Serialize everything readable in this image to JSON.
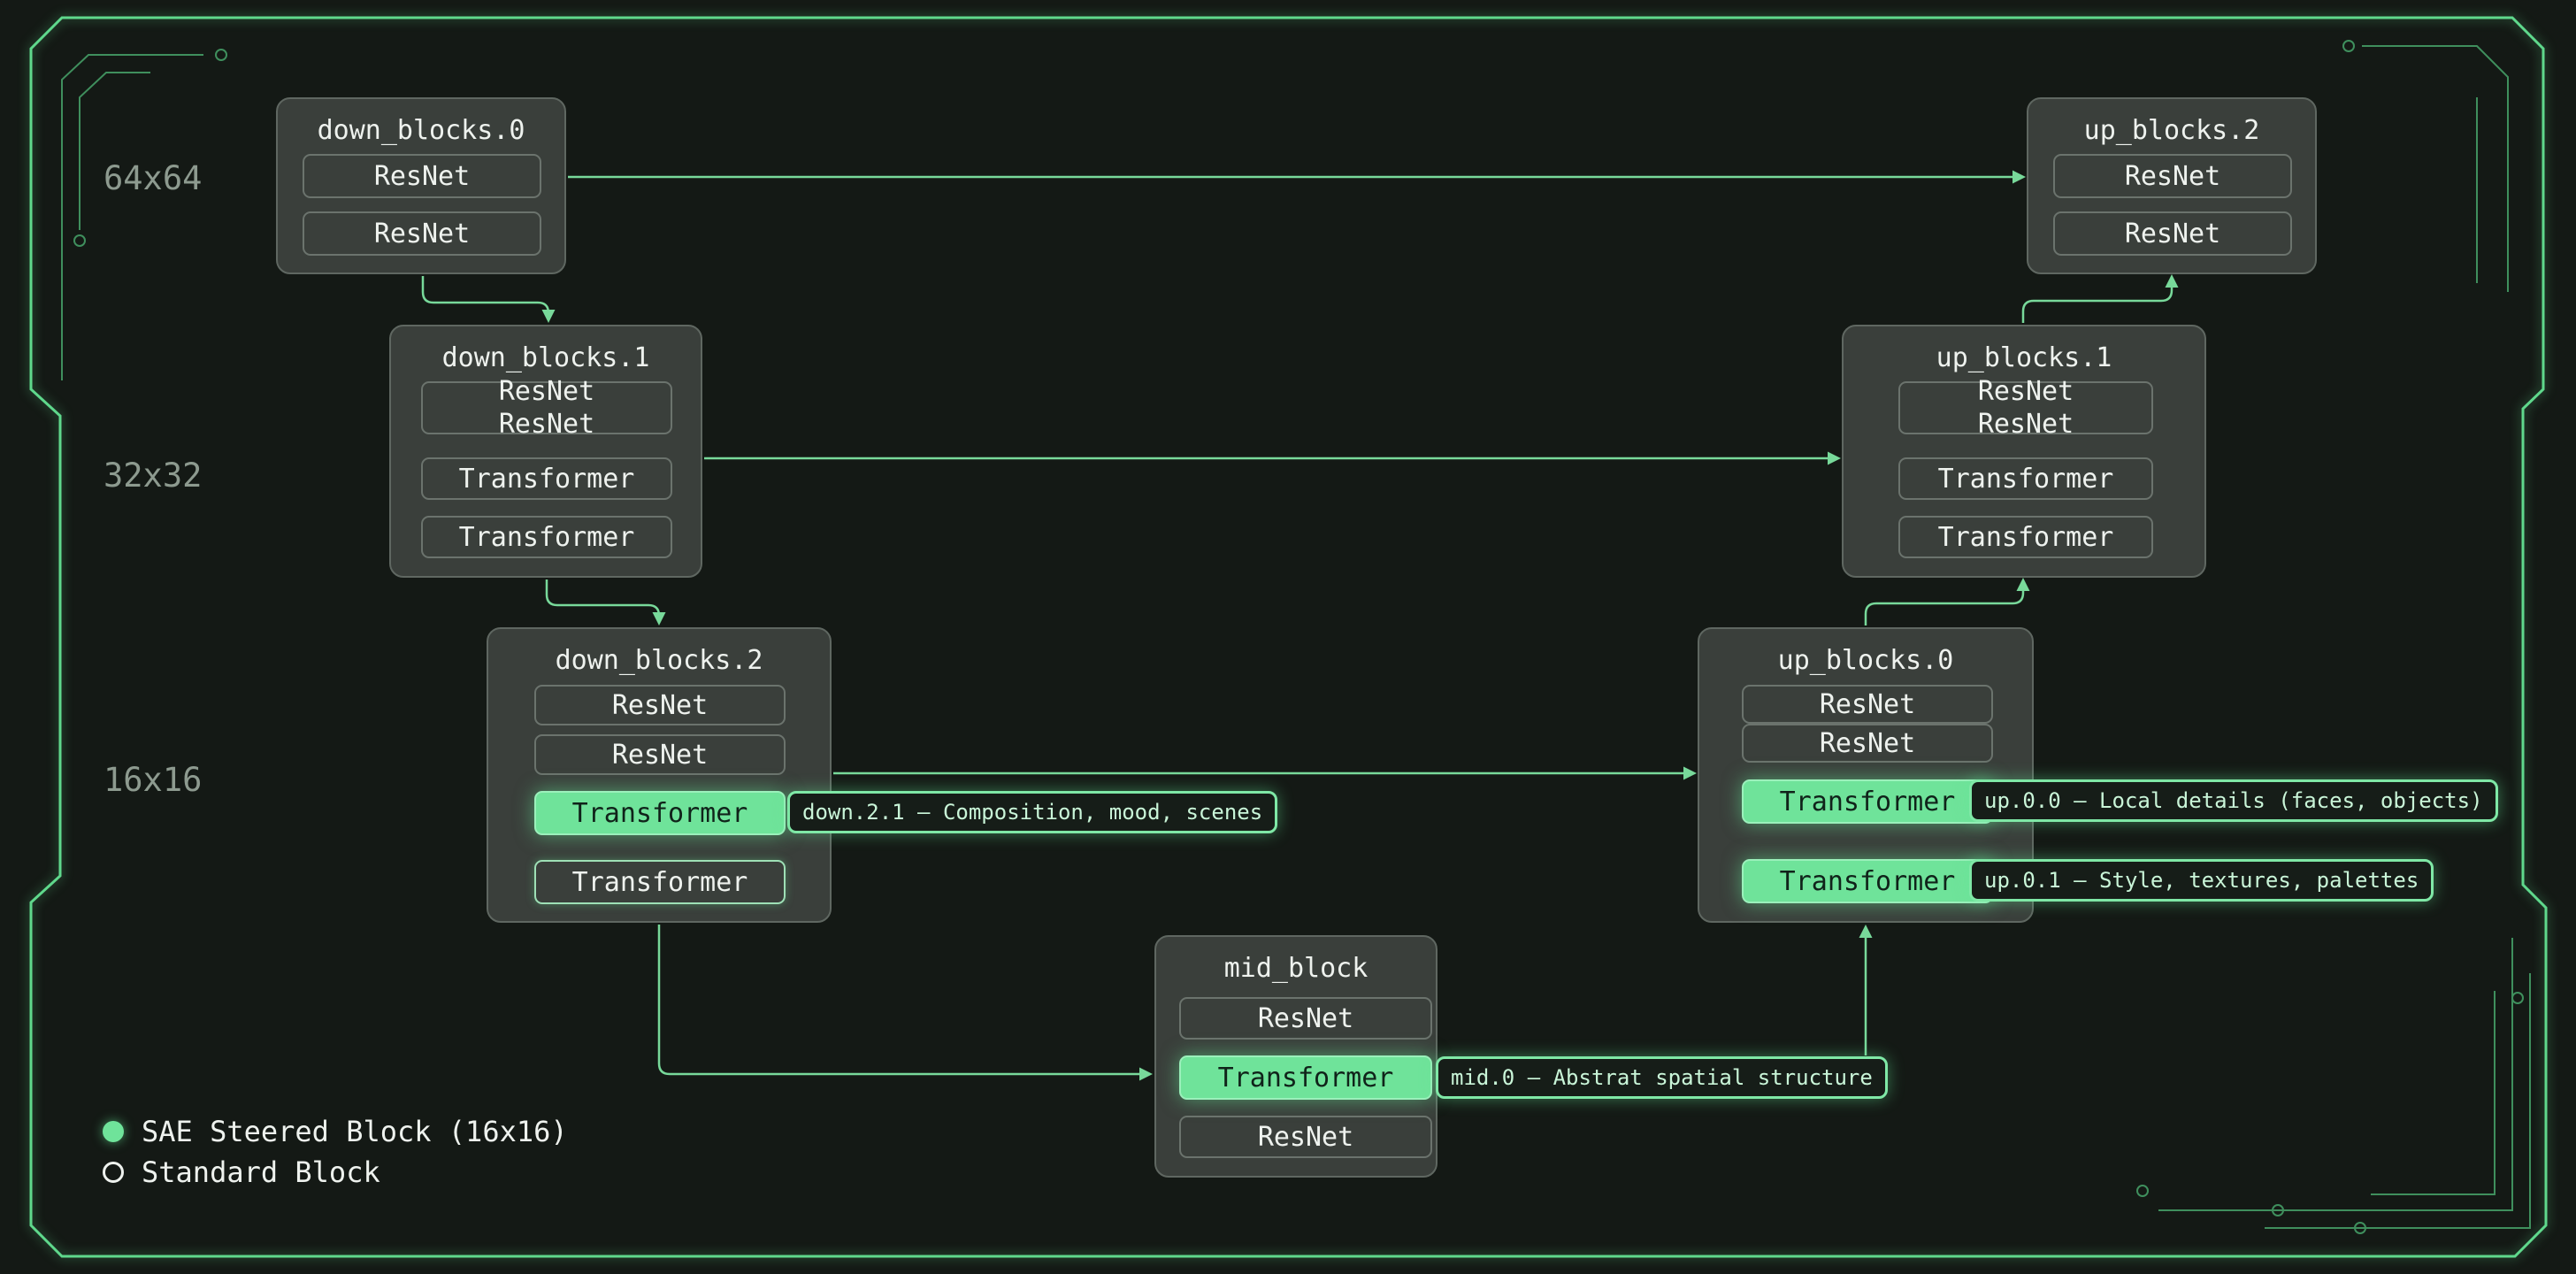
{
  "resolutions": [
    "64x64",
    "32x32",
    "16x16"
  ],
  "blocks": {
    "down0": {
      "title": "down_blocks.0",
      "layers": [
        "ResNet",
        "ResNet"
      ]
    },
    "down1": {
      "title": "down_blocks.1",
      "layers": [
        "ResNet",
        "ResNet",
        "Transformer",
        "Transformer"
      ]
    },
    "down2": {
      "title": "down_blocks.2",
      "layers": [
        "ResNet",
        "ResNet",
        "Transformer",
        "Transformer"
      ]
    },
    "mid": {
      "title": "mid_block",
      "layers": [
        "ResNet",
        "Transformer",
        "ResNet"
      ]
    },
    "up0": {
      "title": "up_blocks.0",
      "layers": [
        "ResNet",
        "ResNet",
        "Transformer",
        "Transformer"
      ]
    },
    "up1": {
      "title": "up_blocks.1",
      "layers": [
        "ResNet",
        "ResNet",
        "Transformer",
        "Transformer"
      ]
    },
    "up2": {
      "title": "up_blocks.2",
      "layers": [
        "ResNet",
        "ResNet"
      ]
    }
  },
  "steered_tags": {
    "down2_1": "down.2.1 — Composition, mood, scenes",
    "mid_0": "mid.0 — Abstrat spatial structure",
    "up0_0": "up.0.0 — Local details (faces, objects)",
    "up0_1": "up.0.1 — Style, textures, palettes"
  },
  "legend": {
    "steered": "SAE Steered Block (16x16)",
    "standard": "Standard Block"
  },
  "colors": {
    "background": "#141915",
    "accent": "#6fe39a",
    "block_fill": "#3a3f3b",
    "connector": "#78d99a"
  }
}
